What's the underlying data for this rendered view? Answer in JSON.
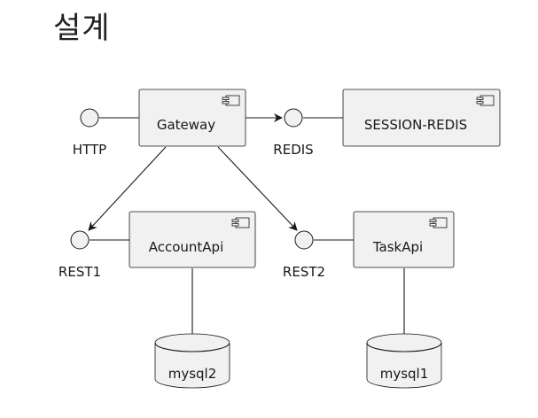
{
  "title": "설계",
  "components": {
    "gateway": "Gateway",
    "session_redis": "SESSION-REDIS",
    "account_api": "AccountApi",
    "task_api": "TaskApi"
  },
  "interfaces": {
    "http": "HTTP",
    "redis": "REDIS",
    "rest1": "REST1",
    "rest2": "REST2"
  },
  "databases": {
    "mysql2": "mysql2",
    "mysql1": "mysql1"
  },
  "colors": {
    "box_fill": "#f1f1f1",
    "stroke": "#181818",
    "text": "#181818"
  },
  "icons": {
    "component": "uml-component-icon",
    "database": "database-cylinder-icon",
    "interface": "interface-lollipop-icon"
  }
}
